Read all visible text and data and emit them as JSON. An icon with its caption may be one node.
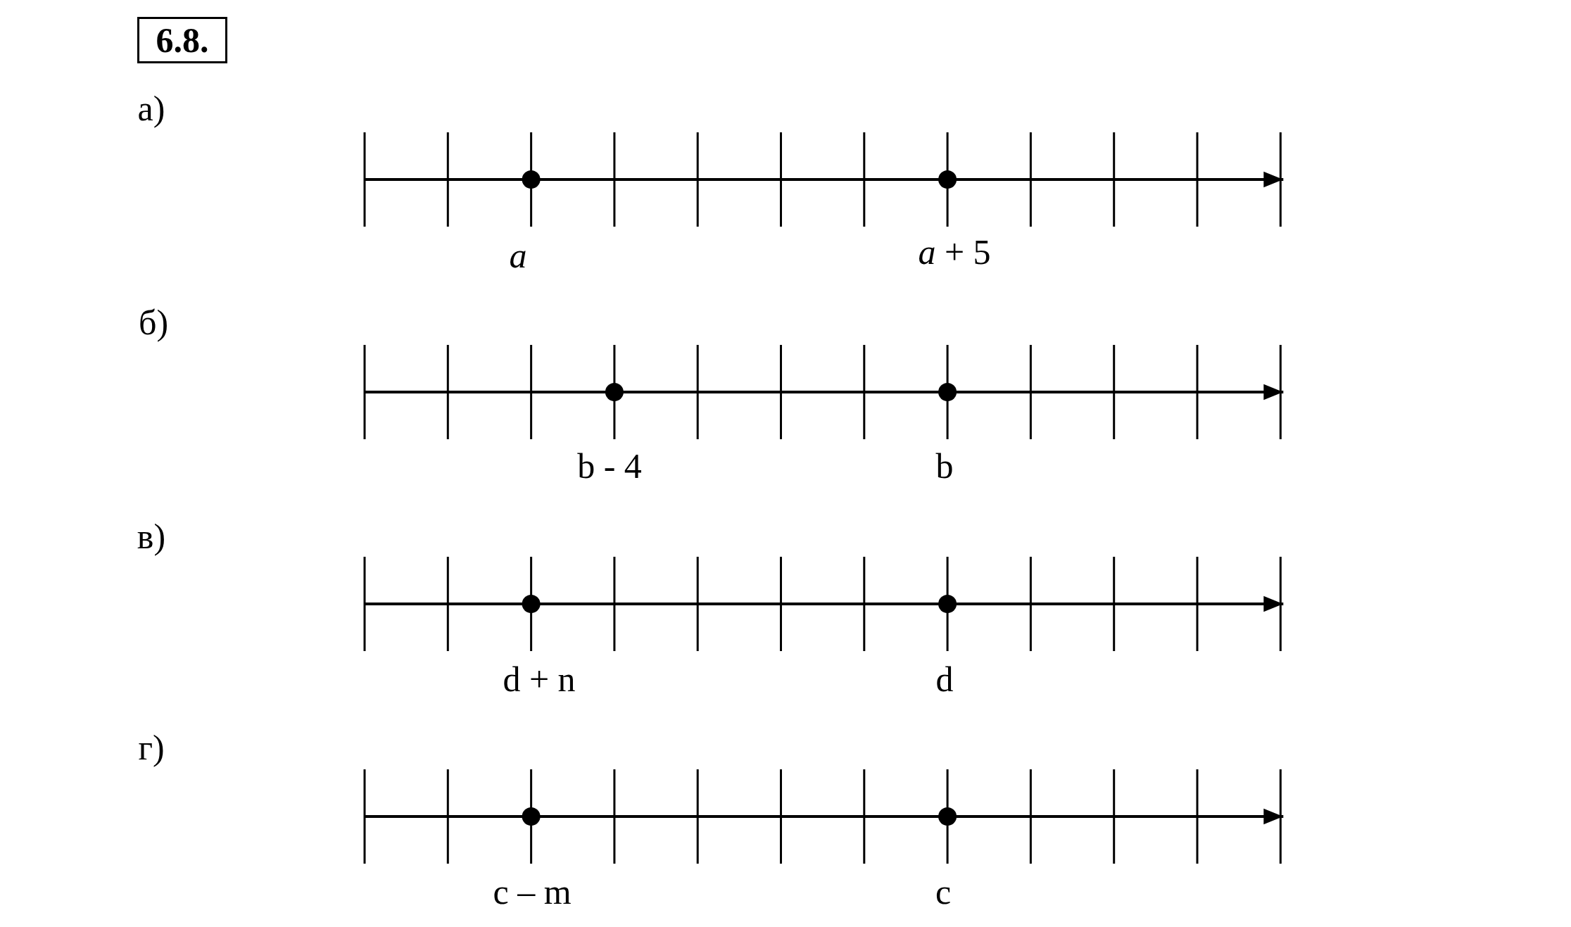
{
  "diagram": {
    "nodes": [
      {
        "text": [
          "6.8."
        ]
      }
    ],
    "labels": [
      "а)",
      "a",
      "*a* + 5",
      "б)",
      "b - 4",
      "b",
      "в)",
      "d + n",
      "d",
      "г)",
      "c – m",
      "c"
    ]
  }
}
